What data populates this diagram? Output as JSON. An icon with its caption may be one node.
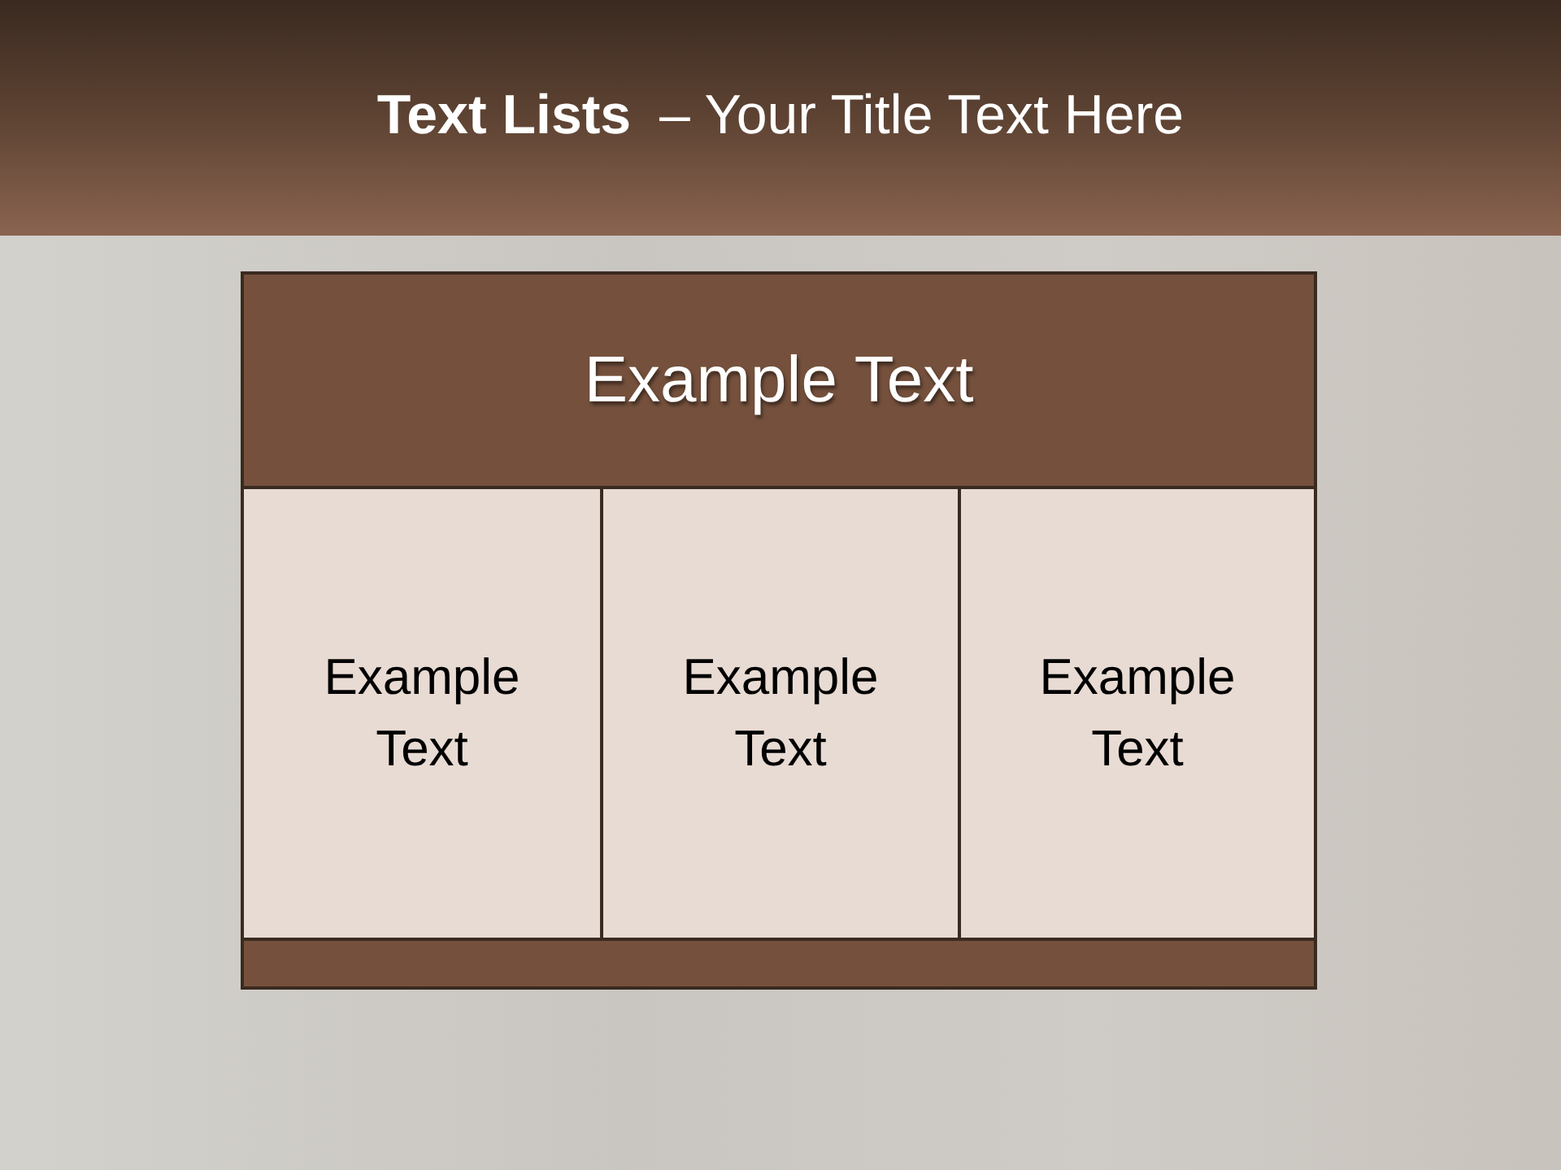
{
  "diagram": {
    "title": "**Text Lists** – Your Title Text Here",
    "nodes": [
      {
        "text": [
          "Example Text"
        ]
      },
      {
        "text": [
          "Example Text"
        ],
        "in": 0
      },
      {
        "text": [
          "Example Text"
        ],
        "in": 0
      },
      {
        "text": [
          "Example Text"
        ],
        "in": 0
      },
      {
        "text": [],
        "shape": "bar",
        "in": 0
      }
    ]
  }
}
